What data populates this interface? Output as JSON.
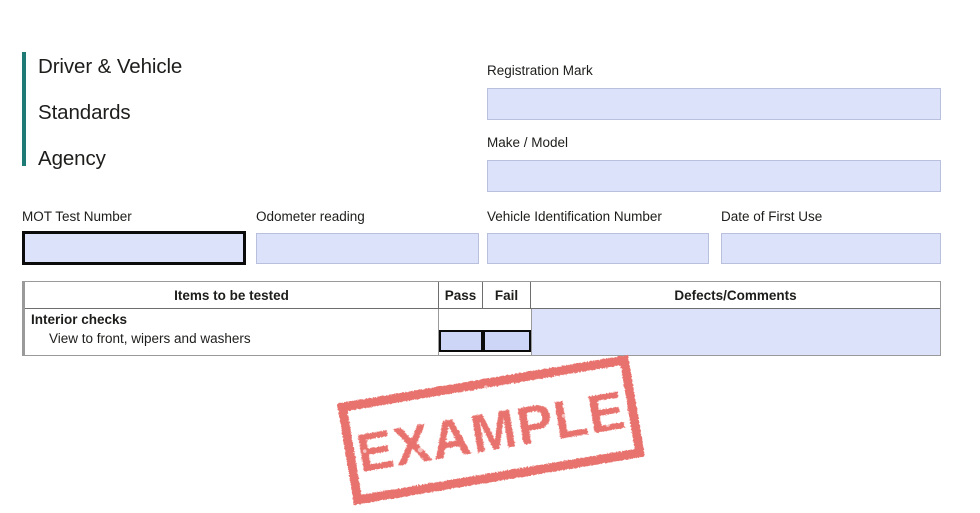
{
  "logo": {
    "organisation_line1": "Driver & Vehicle",
    "organisation_line2": "Standards",
    "organisation_line3": "Agency",
    "crest_icon": "royal-coat-of-arms-icon",
    "rule_color": "#1d7a74",
    "text_color": "#1d1d1b"
  },
  "fields": {
    "registration_mark": {
      "label": "Registration Mark",
      "value": "",
      "placeholder": ""
    },
    "make_model": {
      "label": "Make / Model",
      "value": "",
      "placeholder": ""
    },
    "mot_test_number": {
      "label": "MOT Test Number",
      "value": "",
      "placeholder": "",
      "focused": true
    },
    "odometer_reading": {
      "label": "Odometer reading",
      "value": "",
      "placeholder": ""
    },
    "vin": {
      "label": "Vehicle Identification Number",
      "value": "",
      "placeholder": ""
    },
    "date_of_first_use": {
      "label": "Date of First Use",
      "value": "",
      "placeholder": ""
    }
  },
  "inspection_table": {
    "headers": {
      "items": "Items to be tested",
      "pass": "Pass",
      "fail": "Fail",
      "defects": "Defects/Comments"
    },
    "rows": [
      {
        "group_title": "Interior checks",
        "item": "View to front, wipers and washers",
        "pass_checked": false,
        "fail_checked": false,
        "defects": ""
      }
    ]
  },
  "watermark": {
    "text": "EXAMPLE",
    "color": "#e8736e",
    "rotation_degrees": -9.5
  },
  "colors": {
    "input_fill": "#dce2fa",
    "input_border": "#b9c0de",
    "focused_border": "#0b0b0b",
    "table_border": "#9a9a9a",
    "accent_teal": "#1d7a74",
    "stamp_red": "#e8736e",
    "page_background": "#ffffff"
  }
}
